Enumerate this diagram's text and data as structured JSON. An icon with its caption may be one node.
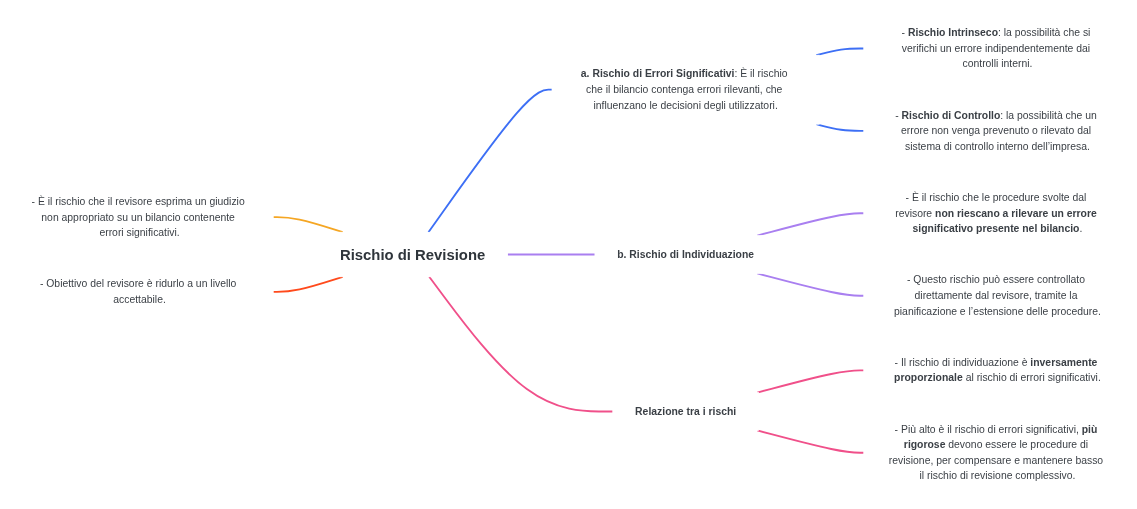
{
  "diagram": {
    "nodes": [
      {
        "text": [
          "Rischio di Revisione"
        ]
      },
      {
        "text": [
          "- È il rischio che il revisore esprima un giudizio non appropriato su un bilancio contenente errori significativi."
        ]
      },
      {
        "text": [
          "- Obiettivo del revisore è ridurlo a un livello accettabile."
        ]
      },
      {
        "text": [
          "**a. Rischio di Errori Significativi**: È il rischio che il bilancio contenga errori rilevanti, che influenzano le decisioni degli utilizzatori."
        ]
      },
      {
        "text": [
          "- **Rischio Intrinseco**: la possibilità che si verifichi un errore indipendentemente dai controlli interni."
        ]
      },
      {
        "text": [
          "- **Rischio di Controllo**: la possibilità che un errore non venga prevenuto o rilevato dal sistema di controllo interno dell’impresa."
        ]
      },
      {
        "text": [
          "b. Rischio di Individuazione"
        ]
      },
      {
        "text": [
          "- È il rischio che le procedure svolte dal revisore **non riescano a rilevare un errore significativo presente nel bilancio**."
        ]
      },
      {
        "text": [
          "- Questo rischio può essere controllato direttamente dal revisore, tramite la pianificazione e l’estensione delle procedure."
        ]
      },
      {
        "text": [
          "Relazione tra i rischi"
        ]
      },
      {
        "text": [
          "- Il rischio di individuazione è **inversamente proporzionale** al rischio di errori significativi."
        ]
      },
      {
        "text": [
          "- Più alto è il rischio di errori significativi, **più rigorose** devono essere le procedure di revisione, per compensare e mantenere basso il rischio di revisione complessivo."
        ]
      }
    ],
    "edges": [
      {
        "from": 1,
        "to": 0,
        "arrow": "none",
        "color": "#f5a623"
      },
      {
        "from": 2,
        "to": 0,
        "arrow": "none",
        "color": "#ff4a1c"
      },
      {
        "from": 0,
        "to": 3,
        "arrow": "none",
        "color": "#3d6ff5"
      },
      {
        "from": 3,
        "to": 4,
        "arrow": "none",
        "color": "#3d6ff5"
      },
      {
        "from": 3,
        "to": 5,
        "arrow": "none",
        "color": "#3d6ff5"
      },
      {
        "from": 0,
        "to": 6,
        "arrow": "none",
        "color": "#a97ff0"
      },
      {
        "from": 6,
        "to": 7,
        "arrow": "none",
        "color": "#a97ff0"
      },
      {
        "from": 6,
        "to": 8,
        "arrow": "none",
        "color": "#a97ff0"
      },
      {
        "from": 0,
        "to": 9,
        "arrow": "none",
        "color": "#f0508a"
      },
      {
        "from": 9,
        "to": 10,
        "arrow": "none",
        "color": "#f0508a"
      },
      {
        "from": 9,
        "to": 11,
        "arrow": "none",
        "color": "#f0508a"
      }
    ]
  }
}
